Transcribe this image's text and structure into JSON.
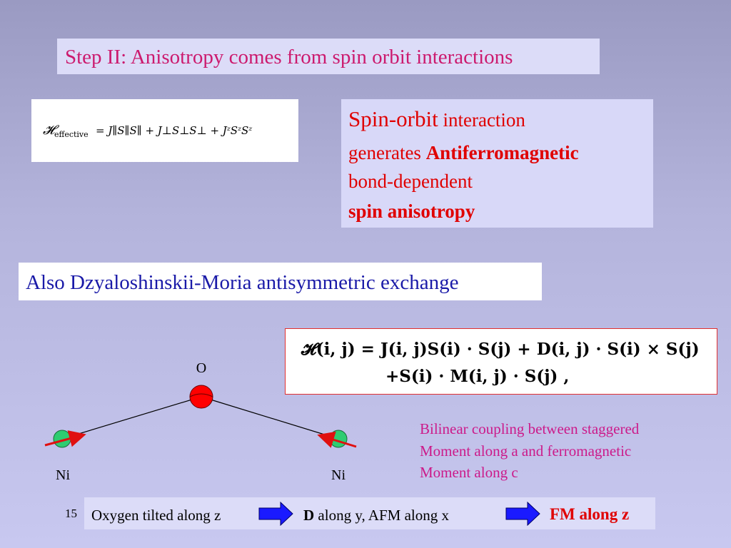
{
  "title": "Step II: Anisotropy comes from spin orbit interactions",
  "hamiltonian_effective": {
    "lhs_symbol": "𝓗",
    "lhs_subscript": "effective",
    "rhs": "= J∥S∥S∥ + J⊥S⊥S⊥ + JᶻSᶻSᶻ"
  },
  "spin_orbit": {
    "word_big": "Spin-orbit",
    "word_rest": " interaction",
    "line2_prefix": "generates ",
    "line2_bold": "Antiferromagnetic",
    "line3": "bond-dependent",
    "line4": "spin anisotropy"
  },
  "dm_heading": "Also Dzyaloshinskii-Moria antisymmetric exchange",
  "dm_equation": {
    "line1": "𝓗(i, j) = J(i, j)S(i) · S(j) + D(i, j) · S(i) × S(j)",
    "line2": "+S(i) · M(i, j) · S(j)  ,"
  },
  "diagram": {
    "oxygen_label": "O",
    "left_label": "Ni",
    "right_label": "Ni"
  },
  "bilinear": {
    "line1": "Bilinear coupling between staggered",
    "line2": "Moment along a and ferromagnetic",
    "line3": "Moment along c"
  },
  "page_number": "15",
  "bottom": {
    "part1": "Oxygen tilted along z",
    "part2_bold": "D",
    "part2_rest": " along y, AFM along x",
    "part3": "FM along z"
  },
  "colors": {
    "title_text": "#cc1a6e",
    "red_text": "#e00000",
    "blue_text": "#1a1aa8",
    "oxygen": "#ff0000",
    "nickel": "#2ecc71",
    "arrow_blue": "#1a1aff"
  }
}
